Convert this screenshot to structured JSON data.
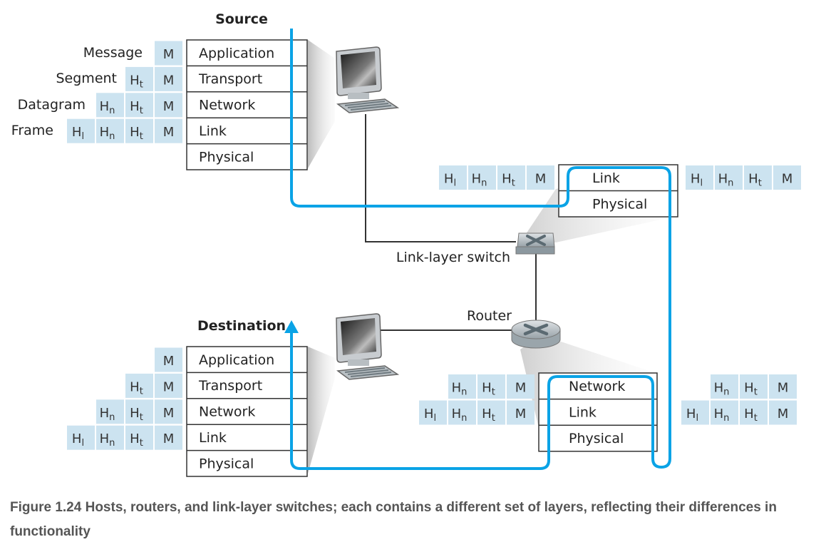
{
  "colors": {
    "path": "#0aa3e6",
    "header_fill": "#cce3f0",
    "stack_border": "#333333",
    "caption_text": "#555555"
  },
  "labels": {
    "source": "Source",
    "destination": "Destination",
    "switch": "Link-layer switch",
    "router": "Router"
  },
  "source_stack": [
    "Application",
    "Transport",
    "Network",
    "Link",
    "Physical"
  ],
  "destination_stack": [
    "Application",
    "Transport",
    "Network",
    "Link",
    "Physical"
  ],
  "switch_stack": [
    "Link",
    "Physical"
  ],
  "router_stack": [
    "Network",
    "Link",
    "Physical"
  ],
  "pdu_names": [
    "Message",
    "Segment",
    "Datagram",
    "Frame"
  ],
  "headers": {
    "M": {
      "base": "M",
      "sub": ""
    },
    "Ht": {
      "base": "H",
      "sub": "t"
    },
    "Hn": {
      "base": "H",
      "sub": "n"
    },
    "Hl": {
      "base": "H",
      "sub": "l"
    }
  },
  "source_pdus": [
    [
      "M"
    ],
    [
      "Ht",
      "M"
    ],
    [
      "Hn",
      "Ht",
      "M"
    ],
    [
      "Hl",
      "Hn",
      "Ht",
      "M"
    ]
  ],
  "destination_pdus": [
    [
      "M"
    ],
    [
      "Ht",
      "M"
    ],
    [
      "Hn",
      "Ht",
      "M"
    ],
    [
      "Hl",
      "Hn",
      "Ht",
      "M"
    ]
  ],
  "switch_pdus_left": [
    [
      "Hl",
      "Hn",
      "Ht",
      "M"
    ]
  ],
  "switch_pdus_right": [
    [
      "Hl",
      "Hn",
      "Ht",
      "M"
    ]
  ],
  "router_pdus_left": [
    [
      "Hn",
      "Ht",
      "M"
    ],
    [
      "Hl",
      "Hn",
      "Ht",
      "M"
    ]
  ],
  "router_pdus_right": [
    [
      "Hn",
      "Ht",
      "M"
    ],
    [
      "Hl",
      "Hn",
      "Ht",
      "M"
    ]
  ],
  "caption": "Figure 1.24 Hosts, routers, and link-layer switches; each contains a different set of layers, reflecting their differences in functionality"
}
